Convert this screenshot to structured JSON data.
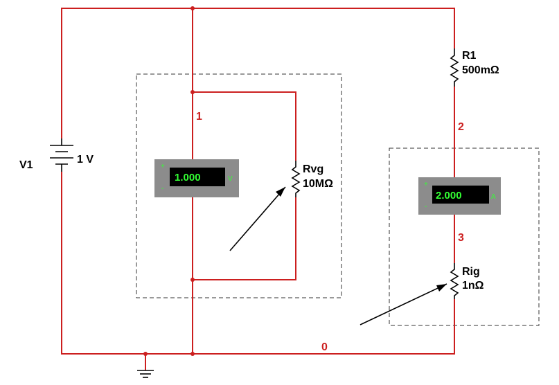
{
  "components": {
    "source": {
      "name": "V1",
      "value": "1 V"
    },
    "r1": {
      "name": "R1",
      "value": "500mΩ"
    },
    "rvg": {
      "name": "Rvg",
      "value": "10MΩ"
    },
    "rig": {
      "name": "Rig",
      "value": "1nΩ"
    }
  },
  "voltmeter": {
    "reading": "1.000",
    "unit": "V",
    "plus": "+",
    "minus": "-"
  },
  "ammeter": {
    "reading": "2.000",
    "unit": "A",
    "plus": "+",
    "minus": "-"
  },
  "nodes": {
    "n0": "0",
    "n1": "1",
    "n2": "2",
    "n3": "3"
  },
  "colors": {
    "wire": "#cc1f1f",
    "meter_body": "#8c8c8c",
    "meter_text": "#33ff33"
  }
}
